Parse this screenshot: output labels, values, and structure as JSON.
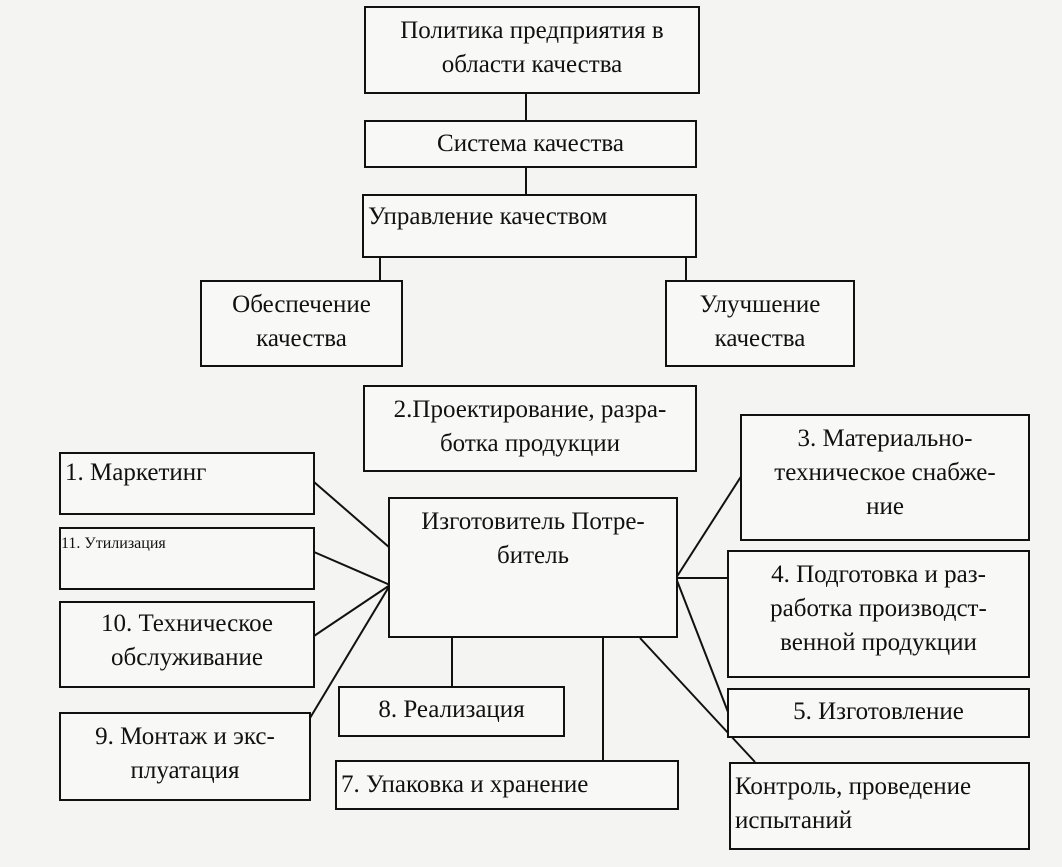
{
  "boxes": {
    "policy": {
      "lines": [
        "Политика предприятия в",
        "области качества"
      ]
    },
    "system": {
      "lines": [
        "Система качества"
      ]
    },
    "management": {
      "lines": [
        "Управление качеством"
      ]
    },
    "assurance": {
      "lines": [
        "Обеспечение",
        "качества"
      ]
    },
    "improvement": {
      "lines": [
        "Улучшение",
        "качества"
      ]
    },
    "design": {
      "lines": [
        "2.Проектирование, разра-",
        "ботка продукции"
      ]
    },
    "center": {
      "lines": [
        "Изготовитель  Потре-",
        "битель"
      ]
    },
    "marketing": {
      "lines": [
        "1. Маркетинг"
      ]
    },
    "disposal": {
      "lines": [
        "11. Утилизация"
      ]
    },
    "service": {
      "lines": [
        "10. Техническое",
        "обслуживание"
      ]
    },
    "montage": {
      "lines": [
        "9. Монтаж и экс-",
        "плуатация"
      ]
    },
    "sales": {
      "lines": [
        "8. Реализация"
      ]
    },
    "packing": {
      "lines": [
        "7. Упаковка и хранение"
      ]
    },
    "supply": {
      "lines": [
        "3. Материально-",
        "техническое снабже-",
        "ние"
      ]
    },
    "preparation": {
      "lines": [
        "4. Подготовка и раз-",
        "работка производст-",
        "венной продукции"
      ]
    },
    "production": {
      "lines": [
        "5. Изготовление"
      ]
    },
    "control": {
      "lines": [
        "Контроль, проведение",
        "испытаний"
      ]
    }
  },
  "colors": {
    "line": "#111111",
    "background": "#f4f4f2",
    "box_fill": "#f8f8f6"
  }
}
